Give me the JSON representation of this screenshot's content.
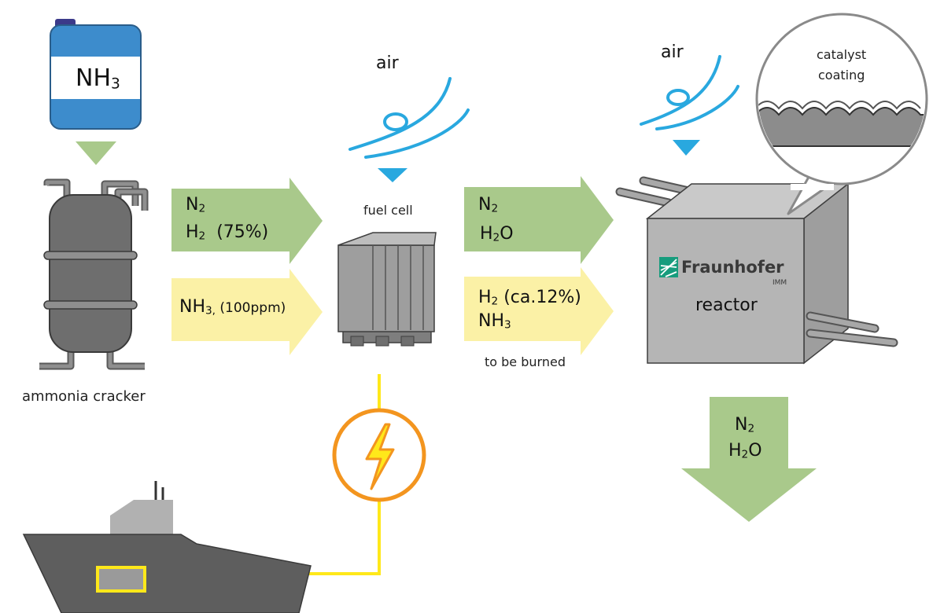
{
  "tank": {
    "label_main": "NH",
    "label_sub": "3"
  },
  "cracker": {
    "label": "ammonia cracker"
  },
  "flow1_green": {
    "line1_main": "N",
    "line1_sub": "2",
    "line2_main": "H",
    "line2_sub": "2",
    "line2_rest": "  (75%)"
  },
  "flow1_yellow": {
    "main": "NH",
    "sub": "3,",
    "rest": " (100ppm)"
  },
  "air_left": "air",
  "air_right": "air",
  "fuel_cell": {
    "label": "fuel cell"
  },
  "flow2_green": {
    "line1_main": "N",
    "line1_sub": "2",
    "line2_main": "H",
    "line2_sub": "2",
    "line2_rest": "O"
  },
  "flow2_yellow": {
    "line1_main": "H",
    "line1_sub": "2",
    "line1_rest": " (ca.12%)",
    "line2_main": "NH",
    "line2_sub": "3"
  },
  "to_be_burned": "to be burned",
  "reactor": {
    "brand": "Fraunhofer",
    "brand_sub": "IMM",
    "label": "reactor"
  },
  "catalyst": {
    "line1": "catalyst",
    "line2": "coating"
  },
  "output": {
    "line1_main": "N",
    "line1_sub": "2",
    "line2_main": "H",
    "line2_sub": "2",
    "line2_rest": "O"
  },
  "colors": {
    "green_arrow": "#a9c98b",
    "yellow_arrow": "#fbf1a6",
    "tank_blue": "#3d8ccc",
    "air_blue": "#29a8df",
    "power_orange": "#f3951f",
    "power_line": "#ffe81a",
    "ship_gray": "#5e5e5e",
    "device_gray": "#8c8c8c"
  }
}
